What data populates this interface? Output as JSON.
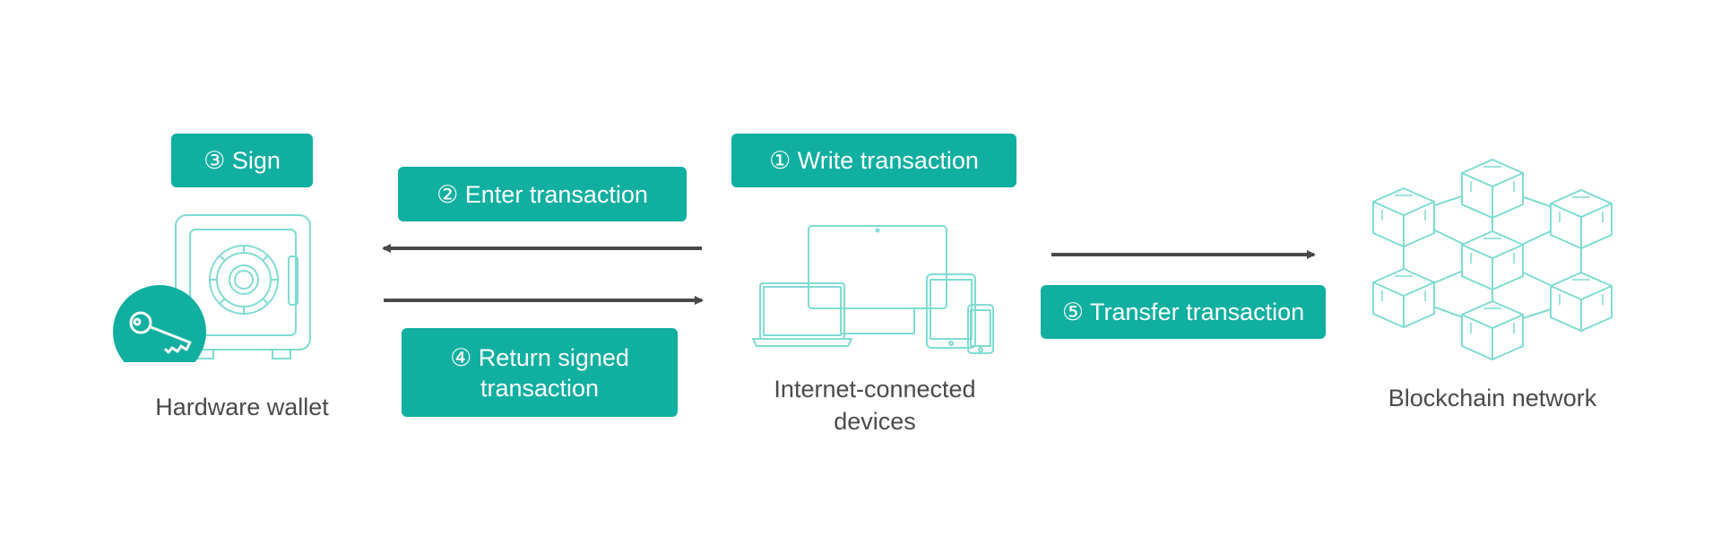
{
  "colors": {
    "accent": "#10afa0",
    "outline": "#7fdcd2",
    "arrow": "#4a4a4a",
    "label": "#4a4a4a"
  },
  "nodes": {
    "hardware_wallet": {
      "label": "Hardware wallet",
      "icon": "safe-with-key-icon"
    },
    "devices": {
      "label_line1": "Internet-connected",
      "label_line2": "devices",
      "icon": "devices-icon"
    },
    "blockchain": {
      "label": "Blockchain network",
      "icon": "blockchain-cubes-icon"
    }
  },
  "steps": {
    "write": "① Write transaction",
    "enter": "② Enter transaction",
    "sign": "③ Sign",
    "return_line1": "④ Return signed",
    "return_line2": "transaction",
    "transfer": "⑤ Transfer transaction"
  }
}
